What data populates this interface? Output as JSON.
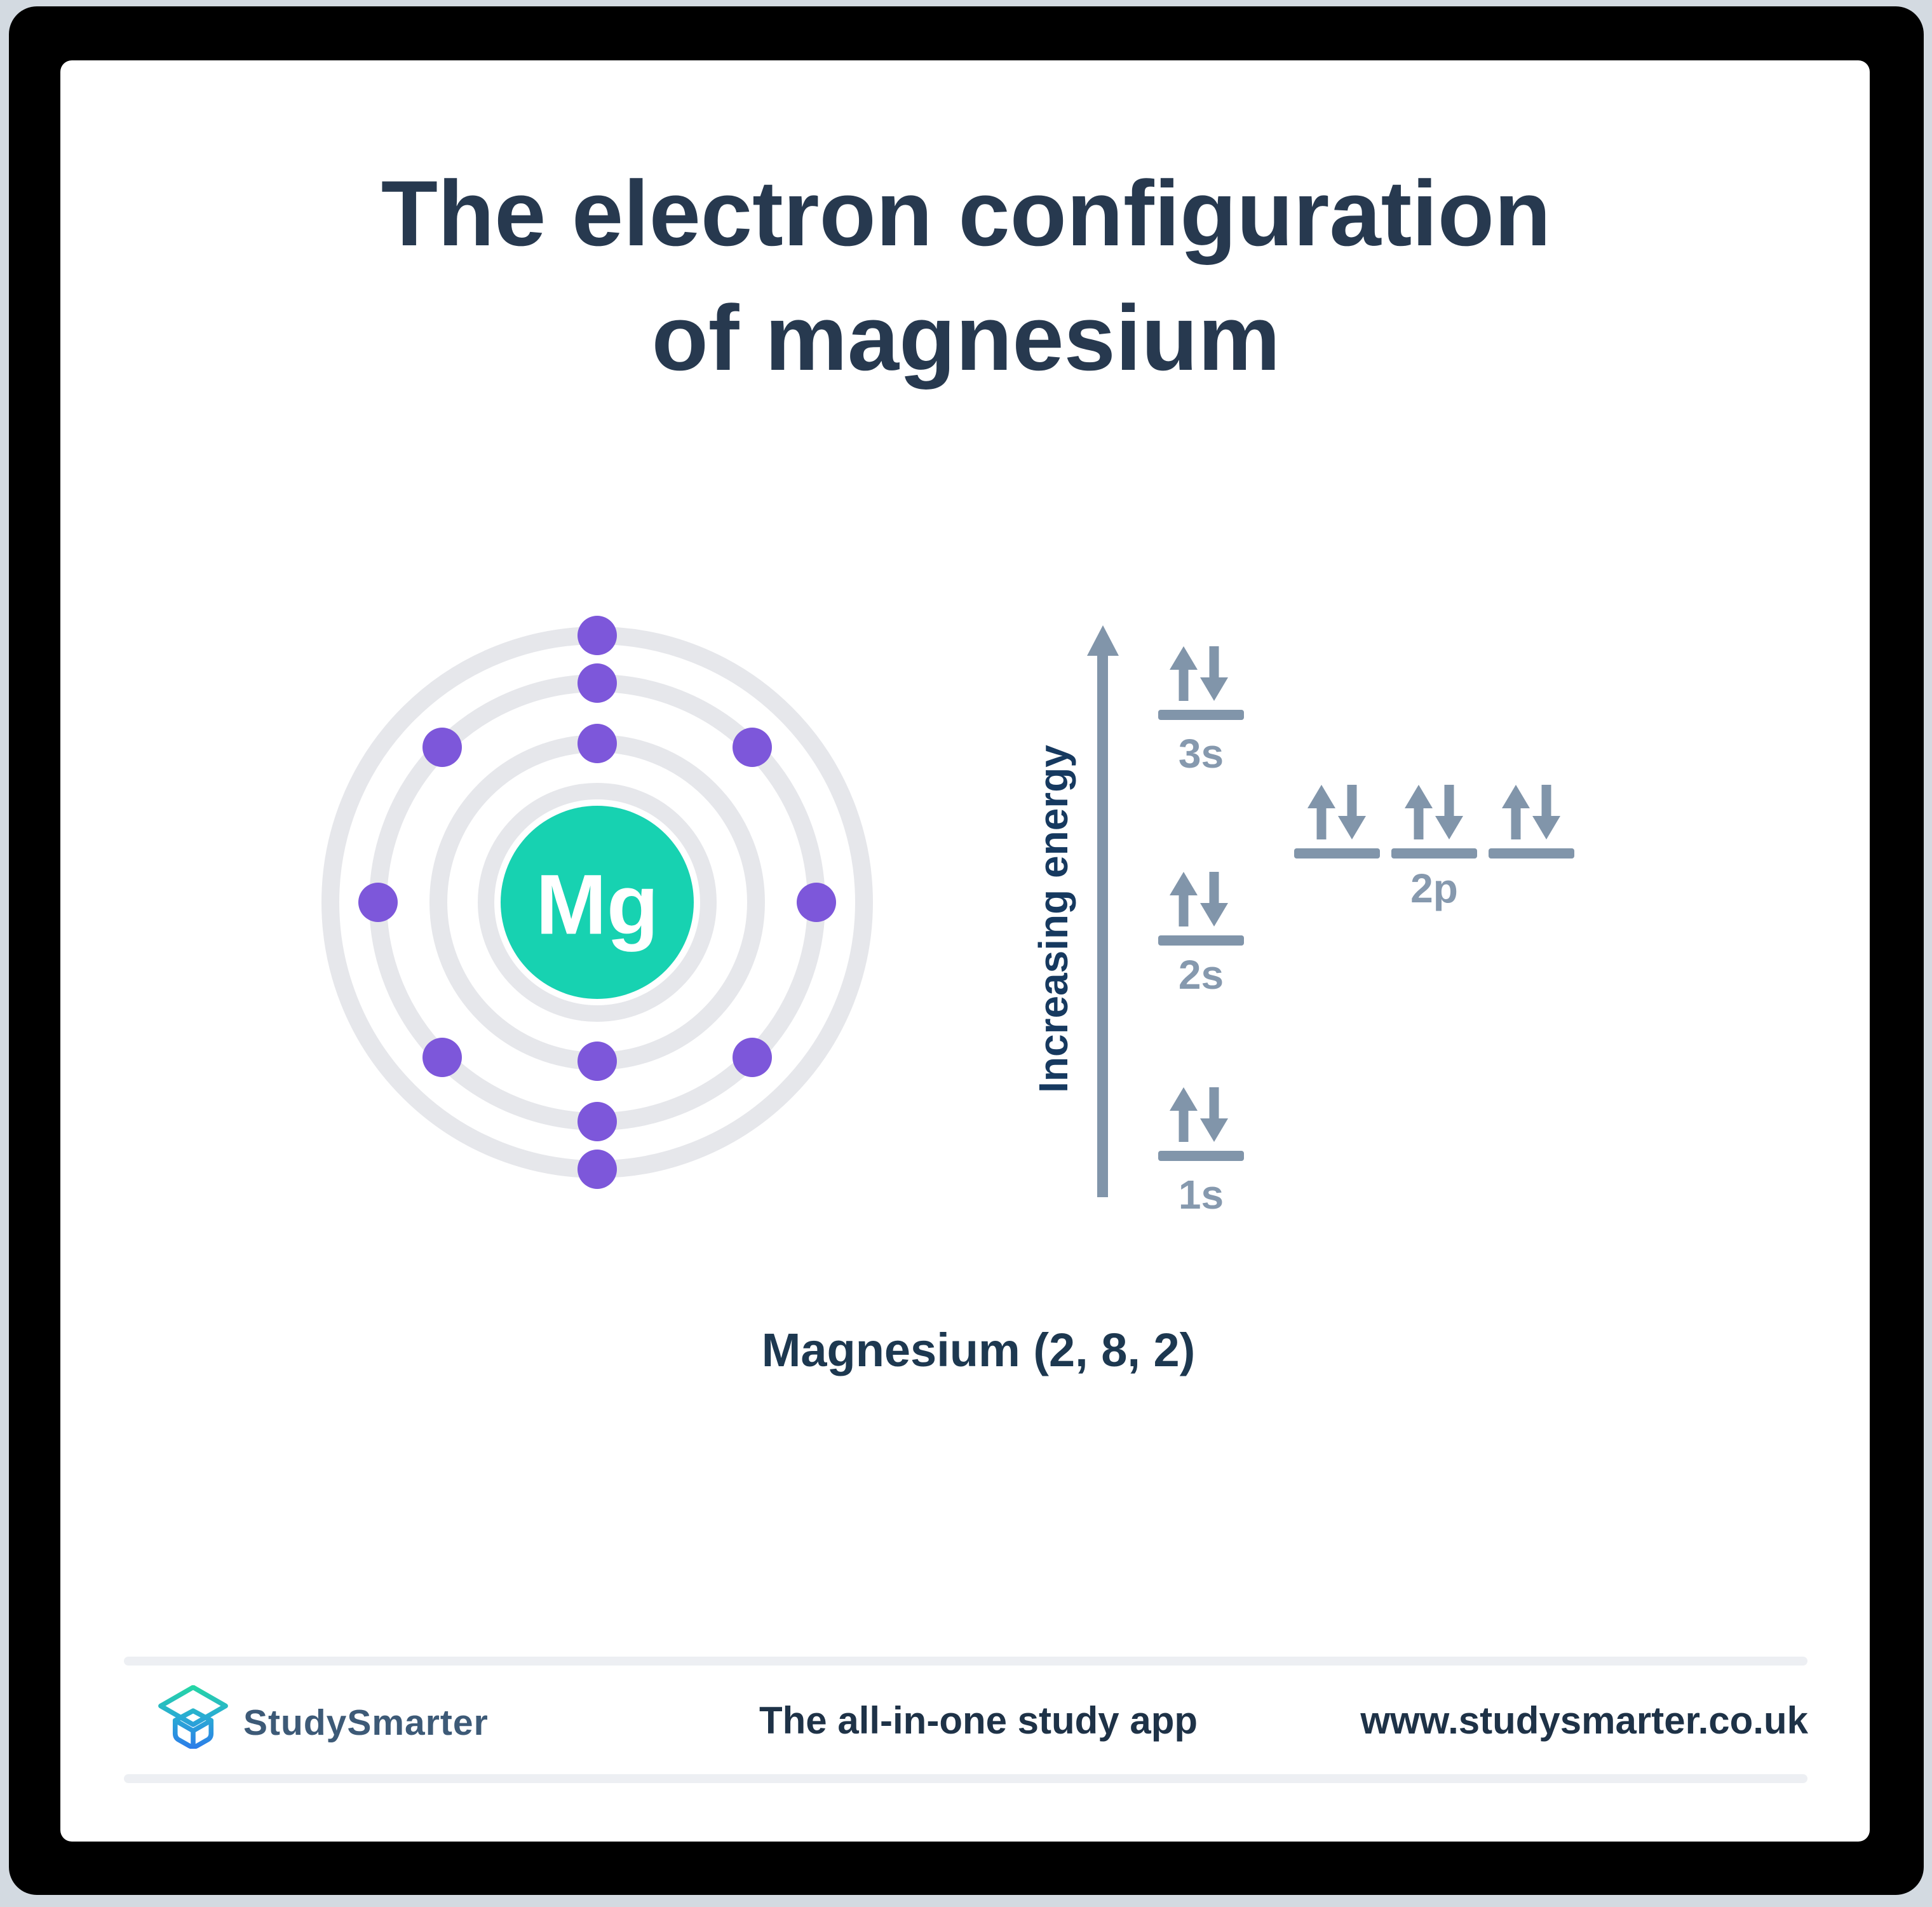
{
  "title": {
    "line1": "The electron configuration",
    "line2": "of magnesium",
    "color": "#27394f"
  },
  "atom": {
    "symbol": "Mg",
    "element": "Magnesium",
    "shells": [
      2,
      8,
      2
    ],
    "electron_count": 12,
    "nucleus_color": "#17d2b1",
    "electron_color": "#7d57da",
    "ring_color": "#e6e7eb"
  },
  "energy_diagram": {
    "axis_label": "Increasing energy",
    "axis_color": "#16395f",
    "ink_color": "#8195aa",
    "label_color": "#8699ae",
    "orbitals": [
      {
        "label": "1s",
        "electrons": 2,
        "lines": 1,
        "pair_icon": "up-down-arrows"
      },
      {
        "label": "2s",
        "electrons": 2,
        "lines": 1,
        "pair_icon": "up-down-arrows"
      },
      {
        "label": "2p",
        "electrons": 6,
        "lines": 3,
        "pair_icon": "up-down-arrows"
      },
      {
        "label": "3s",
        "electrons": 2,
        "lines": 1,
        "pair_icon": "up-down-arrows"
      }
    ]
  },
  "caption": {
    "text": "Magnesium (2, 8, 2)"
  },
  "footer": {
    "brand": "StudySmarter",
    "tagline": "The all-in-one study app",
    "url": "www.studysmarter.co.uk",
    "brand_color": "#3d5a77",
    "text_color": "#1e3247",
    "logo_gradient_top": "#25d8a2",
    "logo_gradient_bottom": "#2c7ce9"
  }
}
